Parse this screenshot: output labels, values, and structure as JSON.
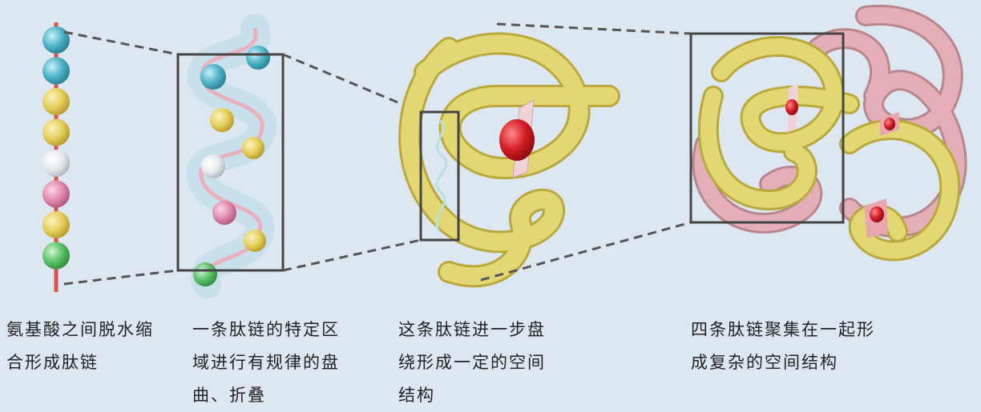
{
  "captions": {
    "amino_acid_chain": "氨基酸之间脱水缩\n合形成肽链",
    "helix_folding": "一条肽链的特定区\n域进行有规律的盘\n曲、折叠",
    "tertiary_structure": "这条肽链进一步盘\n绕形成一定的空间\n结构",
    "quaternary_structure": "四条肽链聚集在一起形\n成复杂的空间结构"
  },
  "colors": {
    "background": "#dde7f1",
    "bead_cyan": "#4fb3c8",
    "bead_yellow": "#e6cf5c",
    "bead_white": "#e9ecef",
    "bead_pink": "#e28ab0",
    "bead_green": "#5cc26a",
    "link_red": "#d9534f",
    "chain_yellow": "#e3d774",
    "chain_pink": "#e3aeb6",
    "heme_red": "#d41e26",
    "box_stroke": "#444444"
  },
  "chain_beads": [
    "cyan",
    "cyan",
    "yellow",
    "yellow",
    "white",
    "pink",
    "yellow",
    "green"
  ],
  "helix_beads": [
    "cyan",
    "cyan",
    "yellow",
    "yellow",
    "white",
    "pink",
    "yellow",
    "green"
  ]
}
